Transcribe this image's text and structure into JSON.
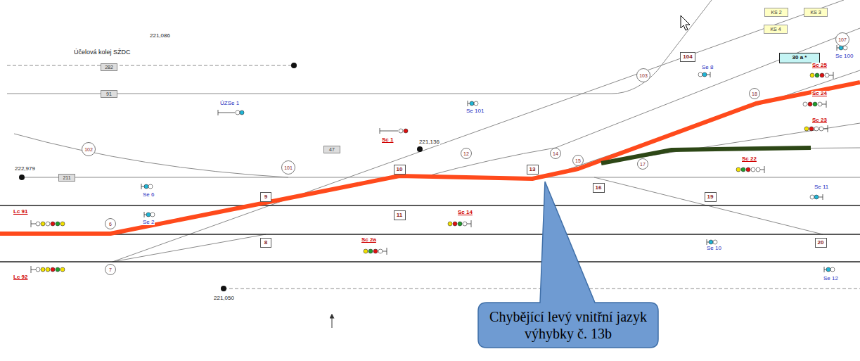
{
  "diagram": {
    "nodes": [
      {
        "text": [
          "KS 2"
        ]
      },
      {
        "text": [
          "KS 3"
        ]
      },
      {
        "text": [
          "KS 4"
        ]
      },
      {
        "text": [
          "107"
        ]
      },
      {
        "text": [
          "104"
        ]
      },
      {
        "text": [
          "30 a *"
        ]
      },
      {
        "text": [
          "282"
        ]
      },
      {
        "text": [
          "103"
        ]
      },
      {
        "text": [
          "91"
        ]
      },
      {
        "text": [
          "18"
        ]
      },
      {
        "text": [
          "102"
        ]
      },
      {
        "text": [
          "47"
        ]
      },
      {
        "text": [
          "12"
        ]
      },
      {
        "text": [
          "14"
        ]
      },
      {
        "text": [
          "15"
        ]
      },
      {
        "text": [
          "17"
        ]
      },
      {
        "text": [
          "101"
        ]
      },
      {
        "text": [
          "10"
        ]
      },
      {
        "text": [
          "13"
        ]
      },
      {
        "text": [
          "211"
        ]
      },
      {
        "text": [
          "16"
        ]
      },
      {
        "text": [
          "9"
        ]
      },
      {
        "text": [
          "19"
        ]
      },
      {
        "text": [
          "11"
        ]
      },
      {
        "text": [
          "6"
        ]
      },
      {
        "text": [
          "8"
        ]
      },
      {
        "text": [
          "20"
        ]
      },
      {
        "text": [
          "7"
        ]
      },
      {
        "text": [
          "Chybějící levý vnitřní jazyk výhybky č. 13b"
        ]
      }
    ],
    "labels": [
      "221,086",
      "Účelová kolej SŽDC",
      "Sc 25",
      "Se 100",
      "Se 8",
      "Sc 24",
      "ÚZSe 1",
      "Se 101",
      "Sc 23",
      "Sc 1",
      "221,136",
      "222,979",
      "Sc 22",
      "Se 11",
      "Se 6",
      "Lc 91",
      "Sc 14",
      "Se 2",
      "Sc 2a",
      "Se 10",
      "Lc 92",
      "Se 12",
      "221,050"
    ]
  }
}
